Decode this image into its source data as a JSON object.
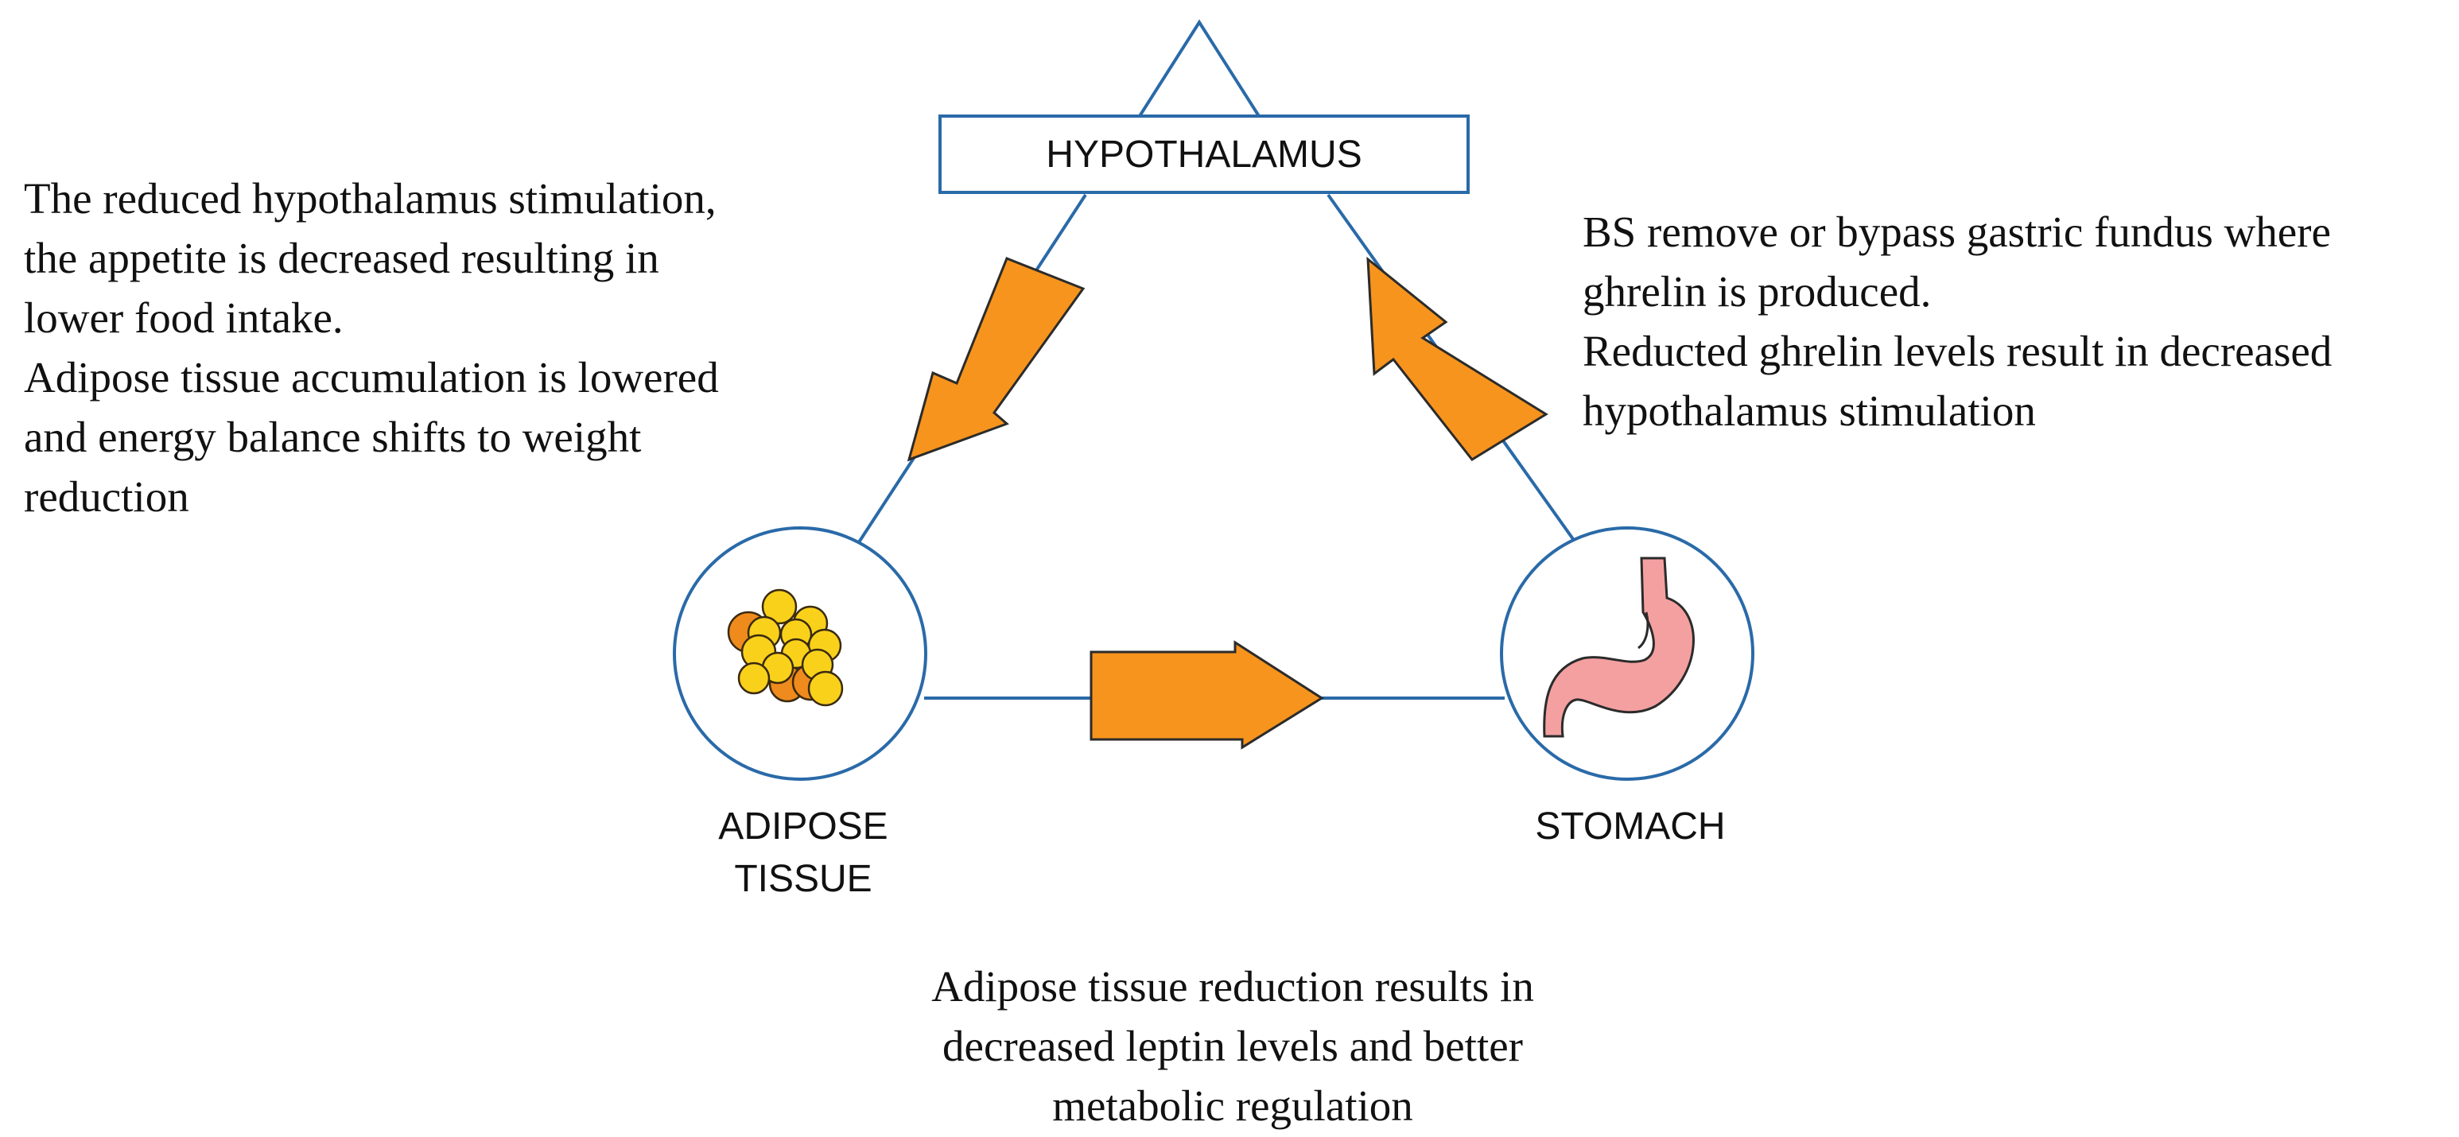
{
  "nodes": {
    "hypothalamus": "HYPOTHALAMUS",
    "adipose": [
      "ADIPOSE",
      "TISSUE"
    ],
    "stomach": "STOMACH"
  },
  "annotations": {
    "left": [
      "The reduced hypothalamus stimulation,",
      "the appetite is decreased resulting in",
      "lower food intake.",
      "Adipose tissue accumulation is lowered",
      "and energy balance shifts to weight",
      "reduction"
    ],
    "right": [
      "BS remove or bypass gastric fundus where",
      "ghrelin is produced.",
      "Reducted ghrelin levels result in decreased",
      "hypothalamus stimulation"
    ],
    "bottom": [
      "Adipose tissue reduction results in",
      "decreased leptin levels and better",
      "metabolic regulation"
    ]
  },
  "colors": {
    "line": "#2a6aa8",
    "arrow_fill": "#f7941d",
    "arrow_stroke": "#2b2b2b",
    "fat_yellow": "#f9d11b",
    "fat_orange": "#ef8a1c",
    "stomach_pink": "#f4a0a0"
  },
  "icons": [
    "fat-cells-icon",
    "stomach-icon"
  ]
}
